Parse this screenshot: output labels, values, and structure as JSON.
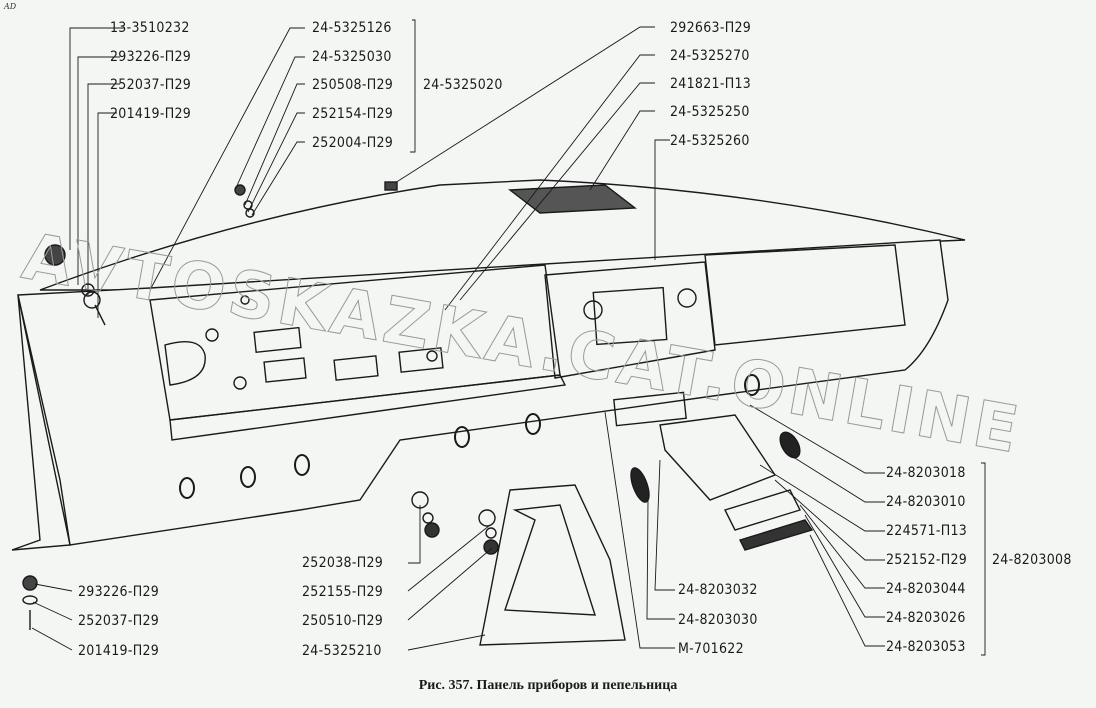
{
  "corner_mark": "AD",
  "caption": "Рис. 357. Панель приборов и пепельница",
  "watermark": "AVTOSKAZKA.CAT.ONLINE",
  "labels": {
    "top_left": [
      "13-3510232",
      "293226-П29",
      "252037-П29",
      "201419-П29"
    ],
    "top_center": [
      "24-5325126",
      "24-5325030",
      "250508-П29",
      "252154-П29",
      "252004-П29"
    ],
    "top_center_group": "24-5325020",
    "top_right": [
      "292663-П29",
      "24-5325270",
      "241821-П13",
      "24-5325250",
      "24-5325260"
    ],
    "right": [
      "24-8203018",
      "24-8203010",
      "224571-П13",
      "252152-П29",
      "24-8203044",
      "24-8203026",
      "24-8203053"
    ],
    "right_group": "24-8203008",
    "bottom_center_right": [
      "24-8203032",
      "24-8203030",
      "M-701622"
    ],
    "bottom_center": [
      "252038-П29",
      "252155-П29",
      "250510-П29",
      "24-5325210"
    ],
    "bottom_left": [
      "293226-П29",
      "252037-П29",
      "201419-П29"
    ]
  }
}
